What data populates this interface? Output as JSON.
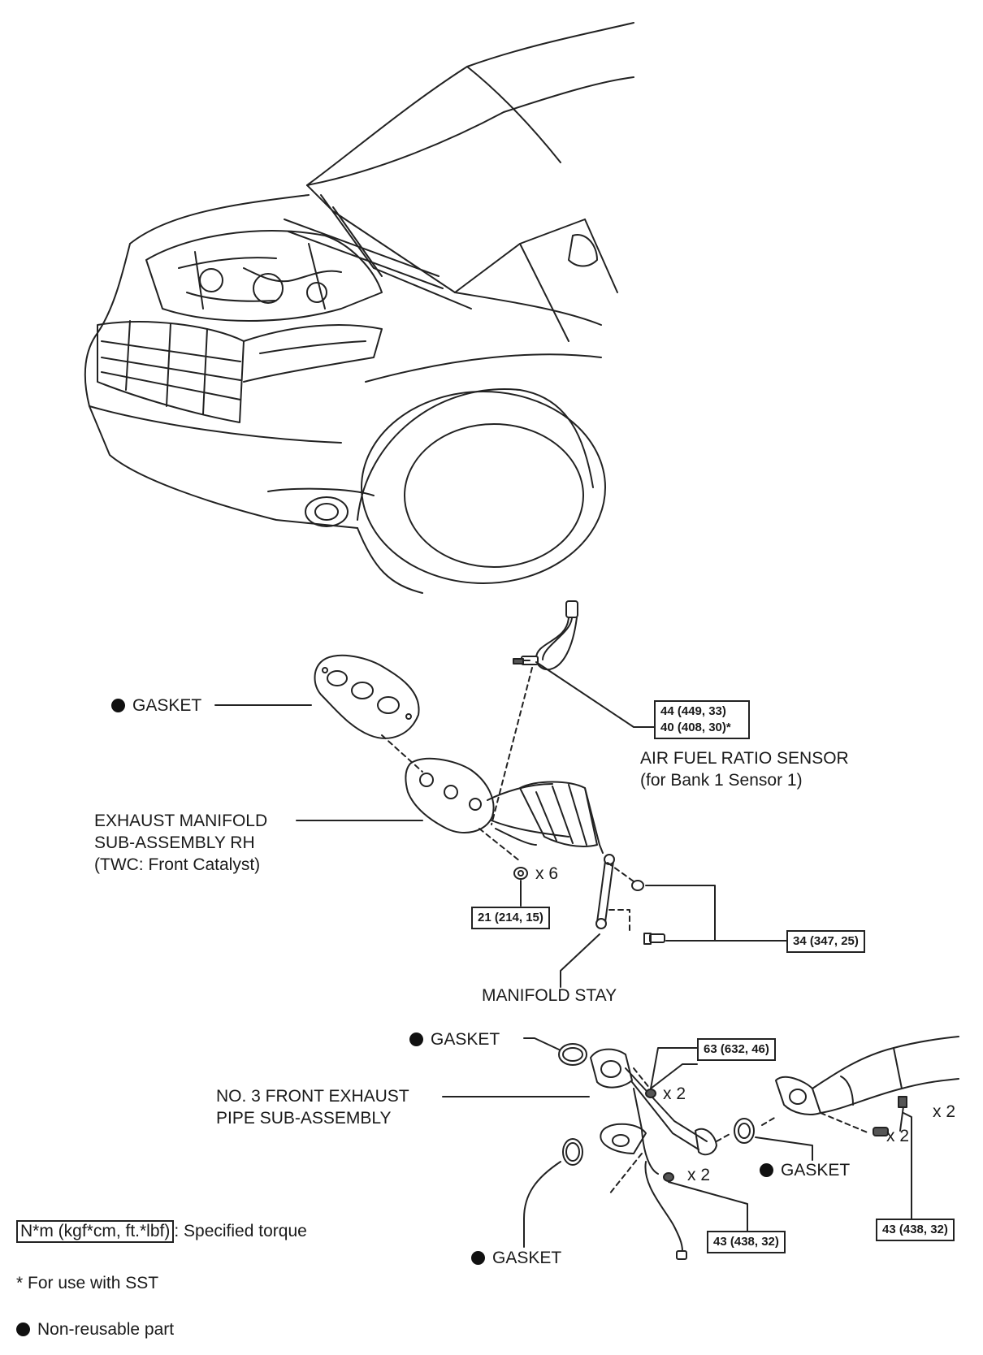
{
  "labels": {
    "gasket_1": "GASKET",
    "gasket_2": "GASKET",
    "gasket_3": "GASKET",
    "gasket_4": "GASKET",
    "air_fuel_sensor_line1": "AIR FUEL RATIO SENSOR",
    "air_fuel_sensor_line2": "(for Bank 1 Sensor 1)",
    "exhaust_manifold_line1": "EXHAUST MANIFOLD",
    "exhaust_manifold_line2": "SUB-ASSEMBLY RH",
    "exhaust_manifold_line3": "(TWC: Front Catalyst)",
    "manifold_stay": "MANIFOLD STAY",
    "front_pipe_line1": "NO. 3 FRONT EXHAUST",
    "front_pipe_line2": "PIPE SUB-ASSEMBLY"
  },
  "torques": {
    "sensor_line1": "44 (449, 33)",
    "sensor_line2": "40 (408, 30)*",
    "manifold_nut": "21 (214, 15)",
    "stay_bolts": "34 (347, 25)",
    "pipe_upper": "63 (632, 46)",
    "pipe_lower": "43 (438, 32)",
    "rear_pipe": "43 (438, 32)"
  },
  "multipliers": {
    "nut_x6": "x 6",
    "pipe_upper_x2": "x 2",
    "pipe_lower_x2": "x 2",
    "rear_a_x2": "x 2",
    "rear_b_x2": "x 2"
  },
  "legend": {
    "torque_box": "N*m (kgf*cm, ft.*lbf)",
    "torque_desc": ": Specified torque",
    "sst_note": "* For use with SST",
    "non_reusable": "Non-reusable part"
  },
  "icons": {
    "non_reusable_marker": "filled-circle-icon"
  }
}
